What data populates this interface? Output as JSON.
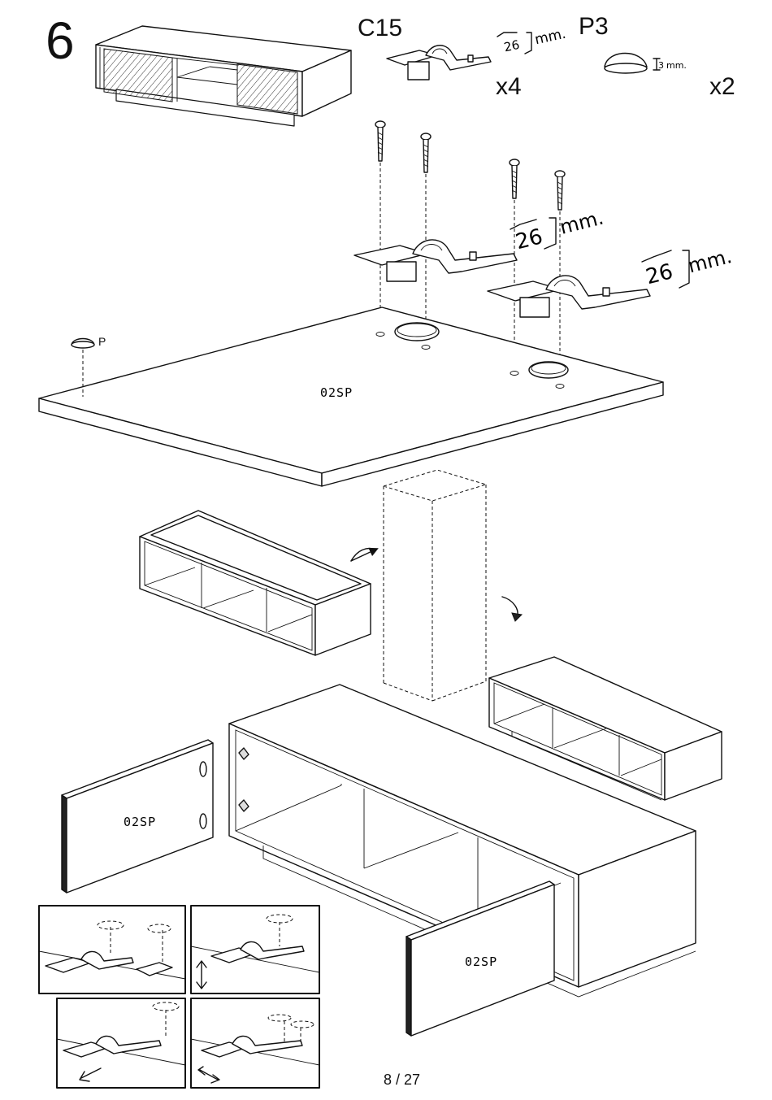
{
  "step": {
    "number": "6"
  },
  "parts": {
    "hinge": {
      "code": "C15",
      "quantity": "x4"
    },
    "bumper": {
      "code": "P3",
      "quantity": "x2"
    }
  },
  "measurements": {
    "hinge_depth": "26",
    "hinge_unit": "mm.",
    "bumper_height": "3",
    "bumper_unit": "mm."
  },
  "labels": {
    "bumper_marker": "P",
    "panel_code": "02SP"
  },
  "footer": {
    "page": "8 / 27"
  }
}
